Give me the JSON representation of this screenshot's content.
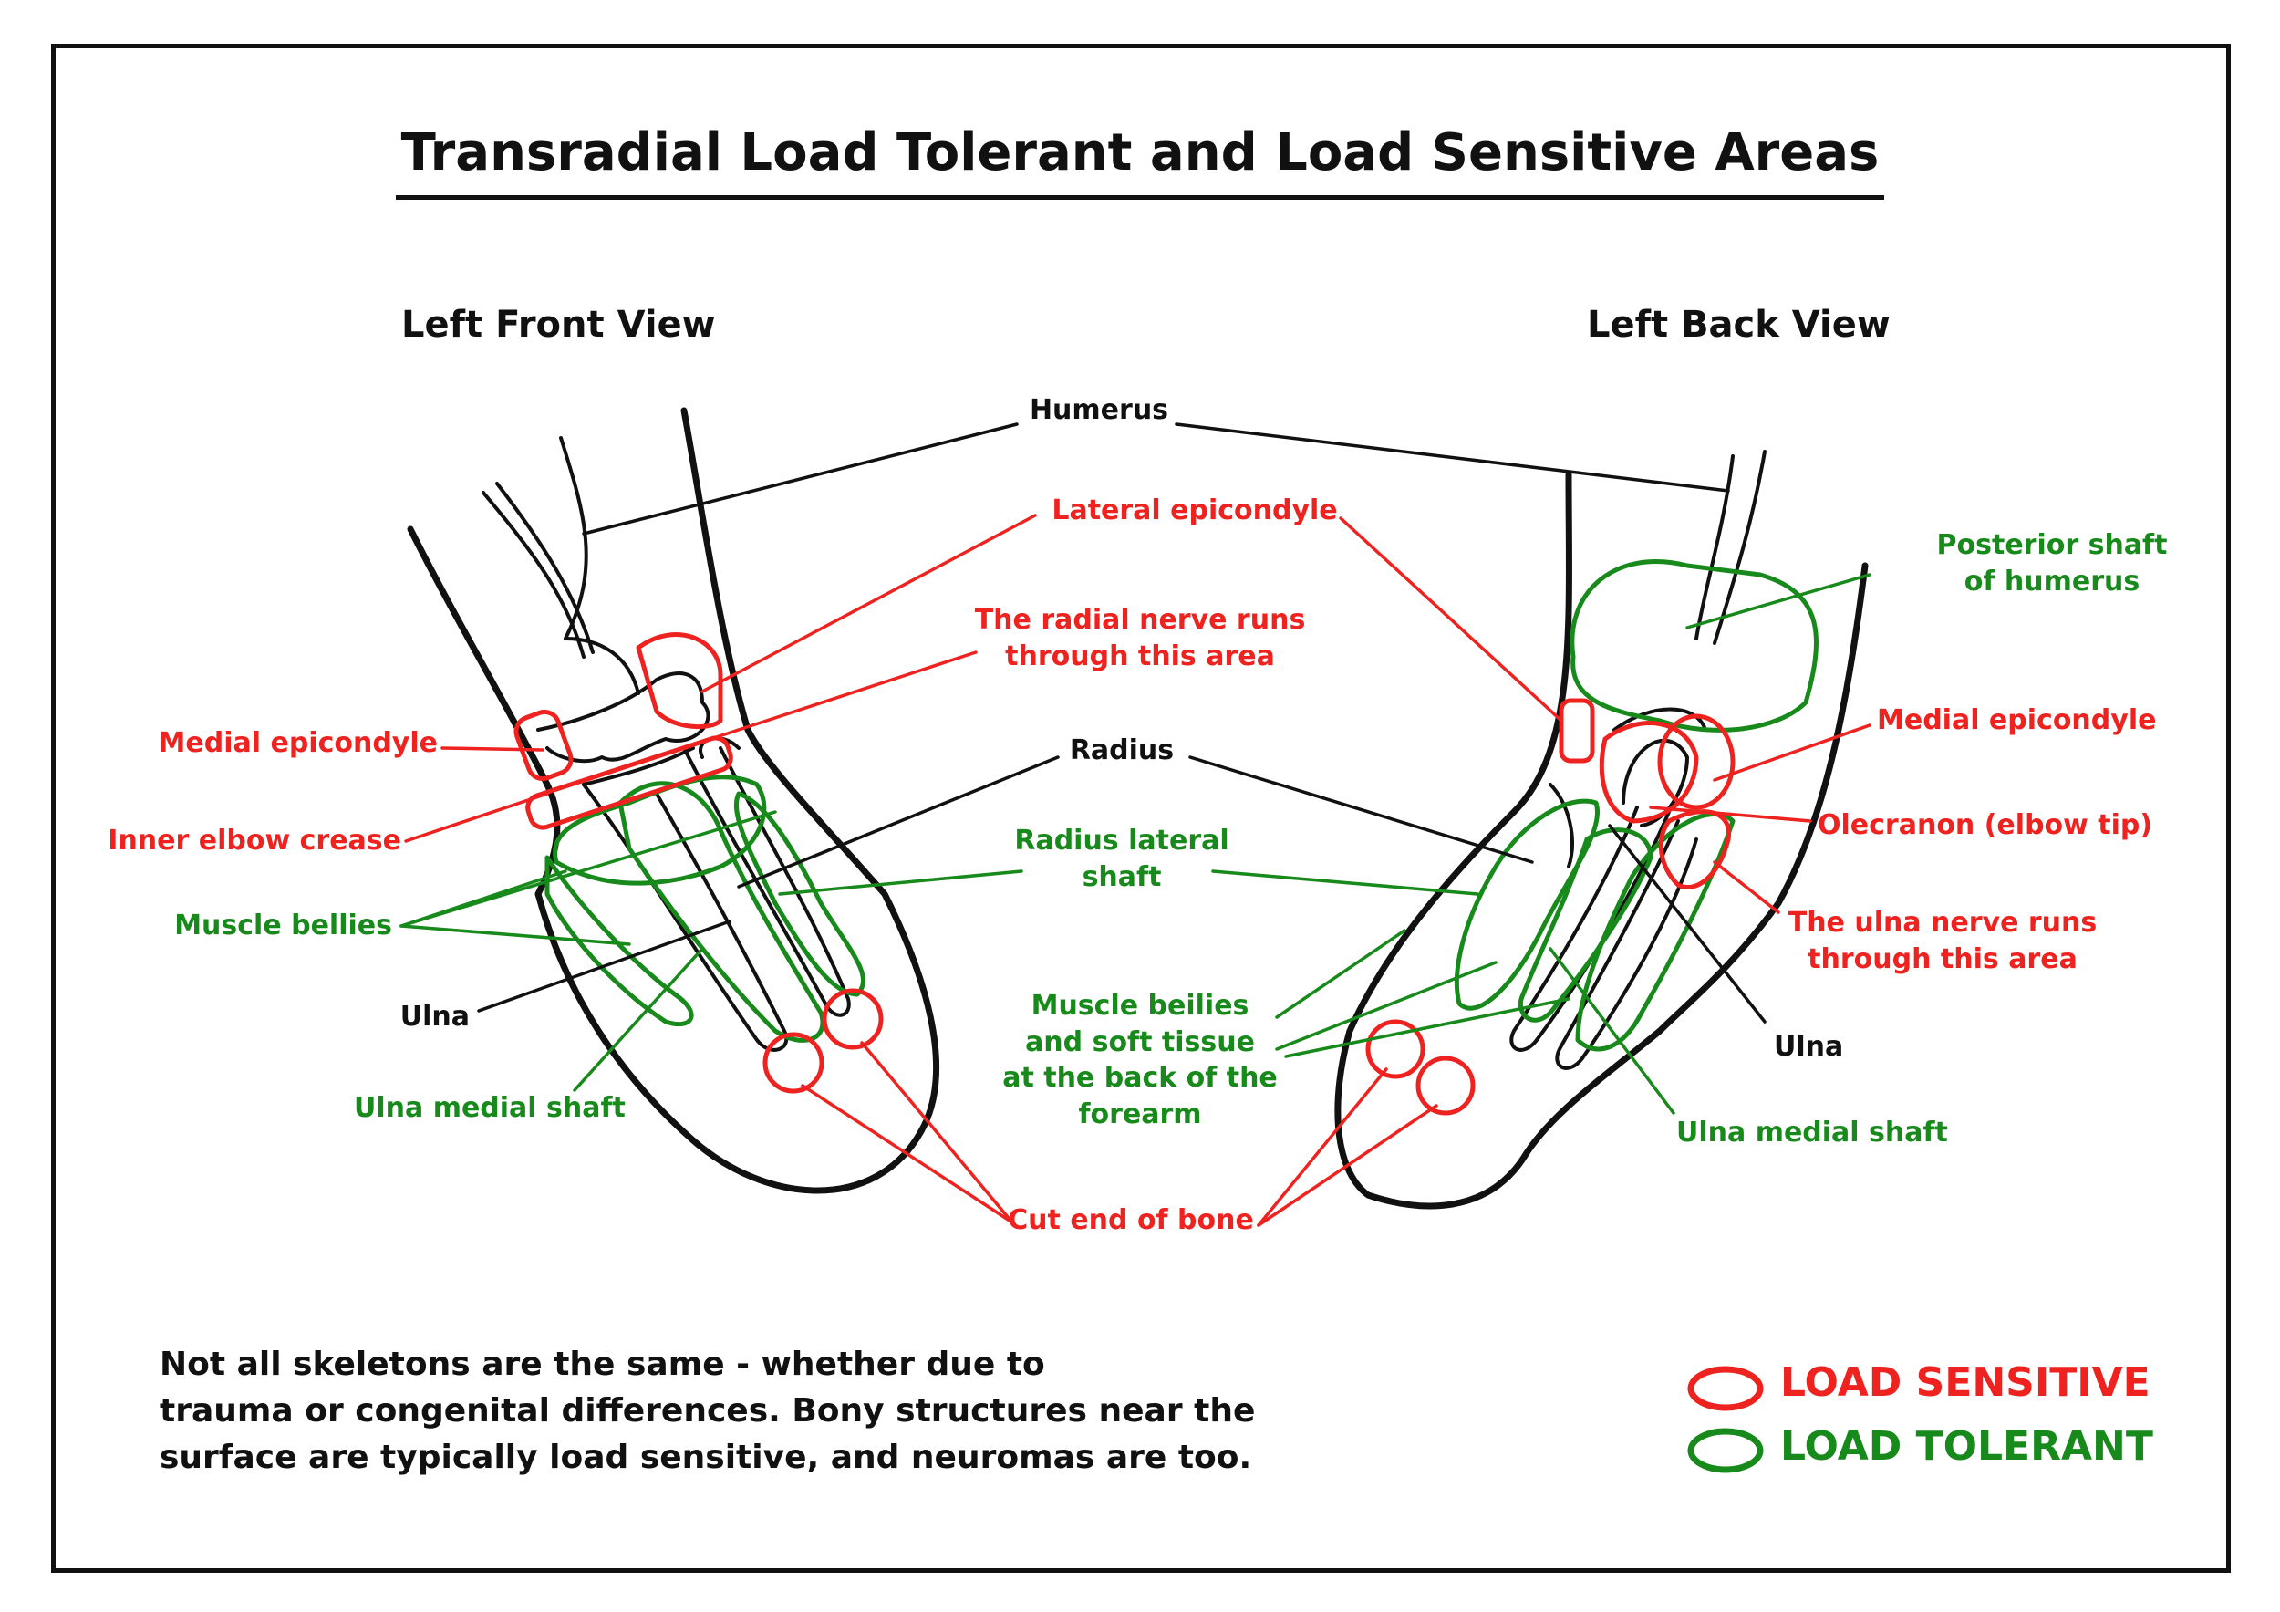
{
  "title": "Transradial Load Tolerant and Load Sensitive Areas",
  "views": {
    "front": "Left Front View",
    "back": "Left Back View"
  },
  "colors": {
    "sensitive": "#ee2320",
    "tolerant": "#188a1c",
    "ink": "#111111"
  },
  "labels": {
    "humerus": "Humerus",
    "lateral_epicondyle": "Lateral epicondyle",
    "radial_nerve": "The radial nerve runs\nthrough this area",
    "radius": "Radius",
    "radius_lateral_shaft": "Radius lateral\nshaft",
    "muscle_bellies_back": "Muscle beilies\nand soft tissue\nat the back of the\nforearm",
    "cut_end_of_bone": "Cut end of bone",
    "medial_epicondyle_front": "Medial epicondyle",
    "inner_elbow_crease": "Inner elbow crease",
    "muscle_bellies_front": "Muscle bellies",
    "ulna_front": "Ulna",
    "ulna_medial_shaft_front": "Ulna medial shaft",
    "posterior_shaft": "Posterior shaft\nof humerus",
    "medial_epicondyle_back": "Medial epicondyle",
    "olecranon": "Olecranon (elbow tip)",
    "ulna_nerve": "The ulna nerve runs\nthrough this area",
    "ulna_back": "Ulna",
    "ulna_medial_shaft_back": "Ulna medial shaft"
  },
  "note": "Not all skeletons are the same - whether due to\ntrauma or congenital differences. Bony structures near the\nsurface are typically load sensitive, and neuromas are too.",
  "legend": {
    "sensitive": "LOAD SENSITIVE",
    "tolerant": "LOAD TOLERANT"
  }
}
